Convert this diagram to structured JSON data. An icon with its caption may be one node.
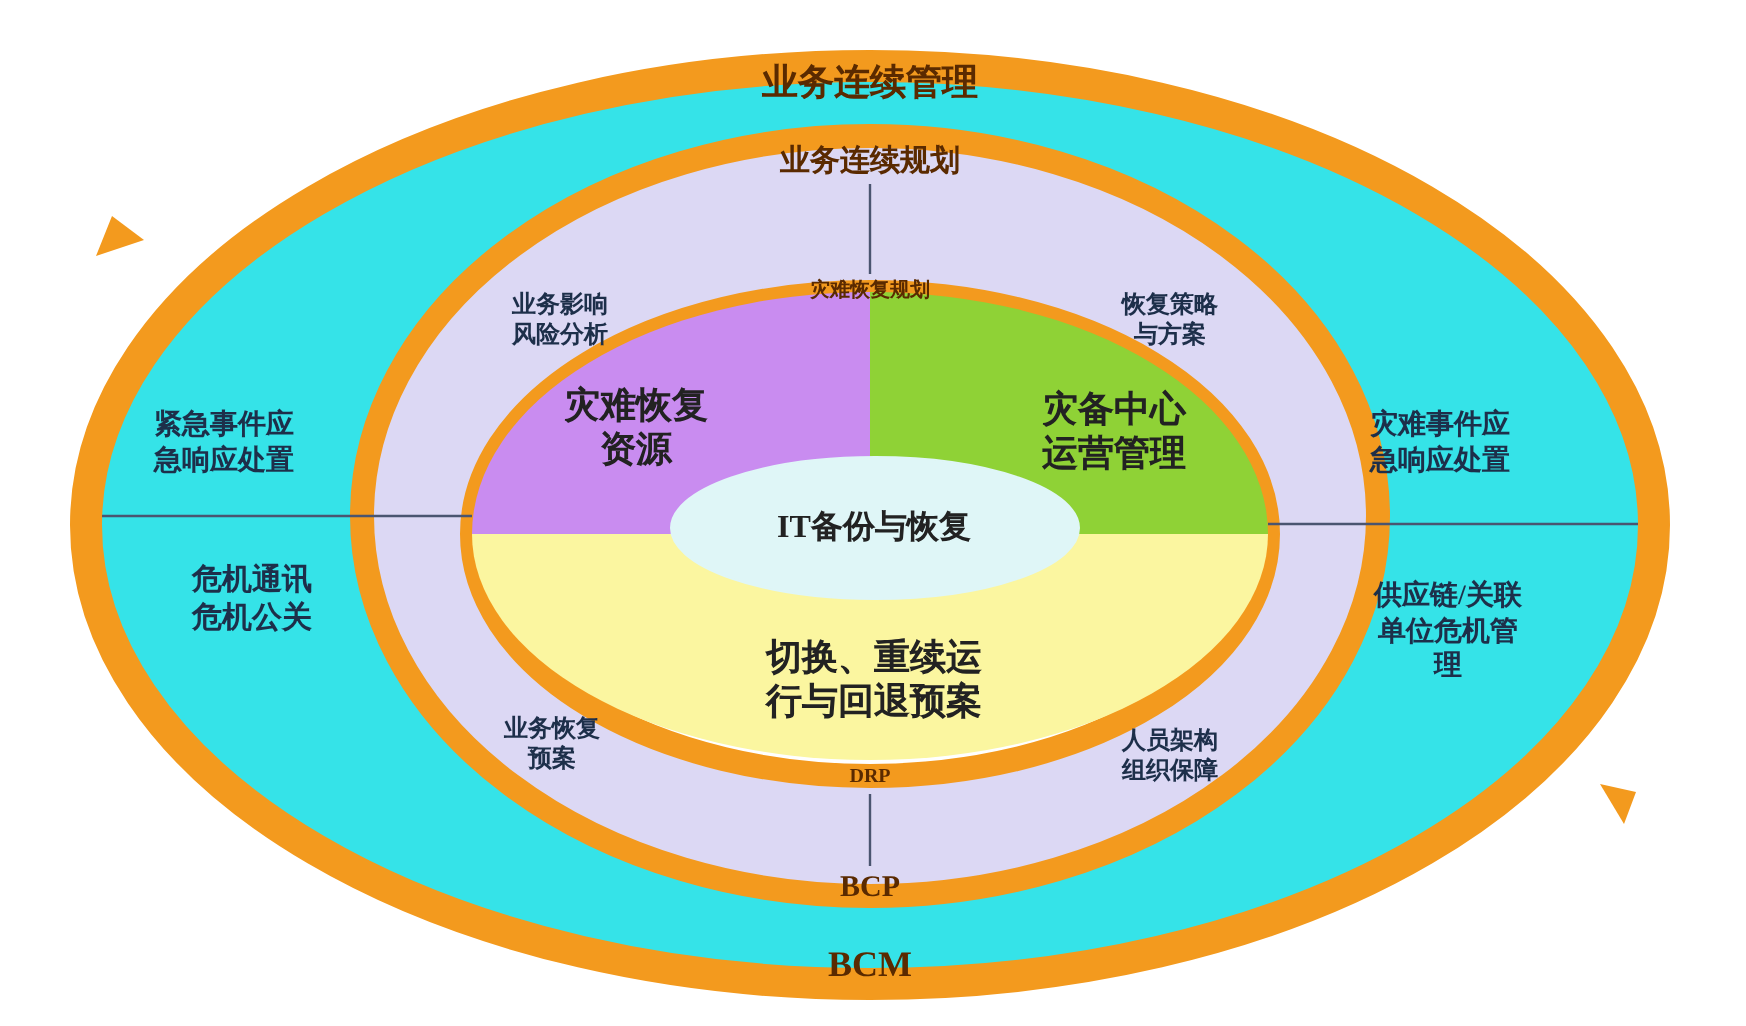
{
  "diagram": {
    "nodes": [
      {
        "text": [
          "业务连续管理",
          "BCM"
        ]
      },
      {
        "text": [
          "业务连续规划",
          "BCP"
        ],
        "in": 0
      },
      {
        "text": [
          "灾难恢复规划",
          "DRP"
        ],
        "in": 1
      },
      {
        "text": [
          "灾难恢复资源"
        ],
        "in": 2
      },
      {
        "text": [
          "灾备中心运营管理"
        ],
        "in": 2
      },
      {
        "text": [
          "切换、重续运行与回退预案"
        ],
        "in": 2
      },
      {
        "text": [
          "IT备份与恢复"
        ],
        "in": 2
      }
    ],
    "labels": [
      "业务影响风险分析",
      "恢复策略与方案",
      "紧急事件应急响应处置",
      "灾难事件应急响应处置",
      "危机通讯危机公关",
      "供应链/关联单位危机管理",
      "业务恢复预案",
      "人员架构组织保障"
    ]
  }
}
